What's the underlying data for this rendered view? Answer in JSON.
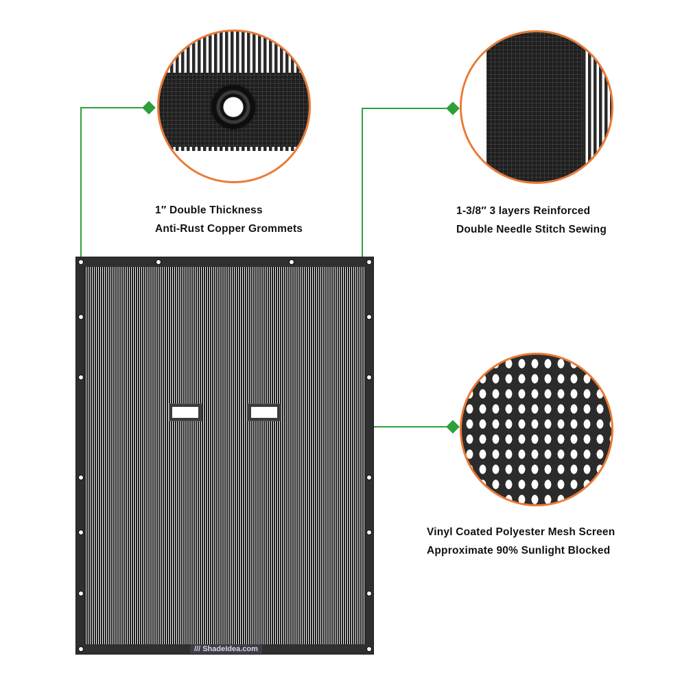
{
  "callouts": [
    {
      "id": "grommets",
      "title_line1": "1″ Double Thickness",
      "title_line2": "Anti-Rust Copper Grommets"
    },
    {
      "id": "stitching",
      "title_line1": "1-3/8″ 3 layers Reinforced",
      "title_line2": "Double Needle Stitch Sewing"
    },
    {
      "id": "mesh",
      "title_line1": "Vinyl Coated Polyester Mesh Screen",
      "title_line2": "Approximate 90% Sunlight Blocked"
    }
  ],
  "panel": {
    "brand_label": "/// ShadeIdea.com",
    "grommet_count_top": 4,
    "cutout_windows": 2
  },
  "colors": {
    "connector": "#2ea03a",
    "circle_border": "#e97a35",
    "panel_frame": "#2f2f2f"
  }
}
